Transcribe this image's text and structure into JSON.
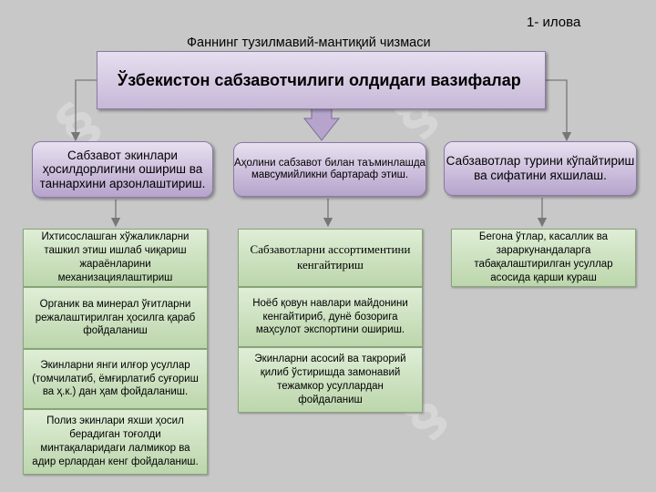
{
  "header": {
    "appendix_label": "1- илова",
    "caption": "Фаннинг тузилмавий-мантиқий чизмаси"
  },
  "main_goal": "Ўзбекистон сабзавотчилиги олдидаги вазифалар",
  "goals": [
    {
      "label": "Сабзавот экинлари ҳосилдорлигини ошириш ва таннархини арзонлаштириш."
    },
    {
      "label": "Аҳолини сабзавот билан таъминлашда мавсумийликни бартараф этиш."
    },
    {
      "label": "Сабзавотлар турини кўпайтириш ва сифатини яхшилаш."
    }
  ],
  "tasks_col1": [
    "Ихтисослашган хўжаликларни ташкил этиш ишлаб чиқариш жараёнларини механизациялаштириш",
    "Органик ва минерал ўғитларни режалаштирилган ҳосилга қараб фойдаланиш",
    "Экинларни янги илғор усуллар (томчилатиб, ёмғирлатиб суғориш ва ҳ.к.) дан ҳам фойдаланиш.",
    "Полиз экинлари яхши ҳосил берадиган тоғолди минтақаларидаги лалмикор ва адир ерлардан кенг фойдаланиш."
  ],
  "tasks_col2": [
    "Сабзавотларни ассортиментини кенгайтириш",
    "Ноёб қовун навлари майдонини кенгайтириб, дунё бозорига маҳсулот экспортини ошириш.",
    "Экинларни асосий ва такрорий қилиб ўстиришда замонавий тежамкор усуллардан фойдаланиш"
  ],
  "tasks_col3": [
    "Бегона ўтлар, касаллик ва зараркунандаларга табақалаштирилган усуллар асосида қарши кураш"
  ]
}
